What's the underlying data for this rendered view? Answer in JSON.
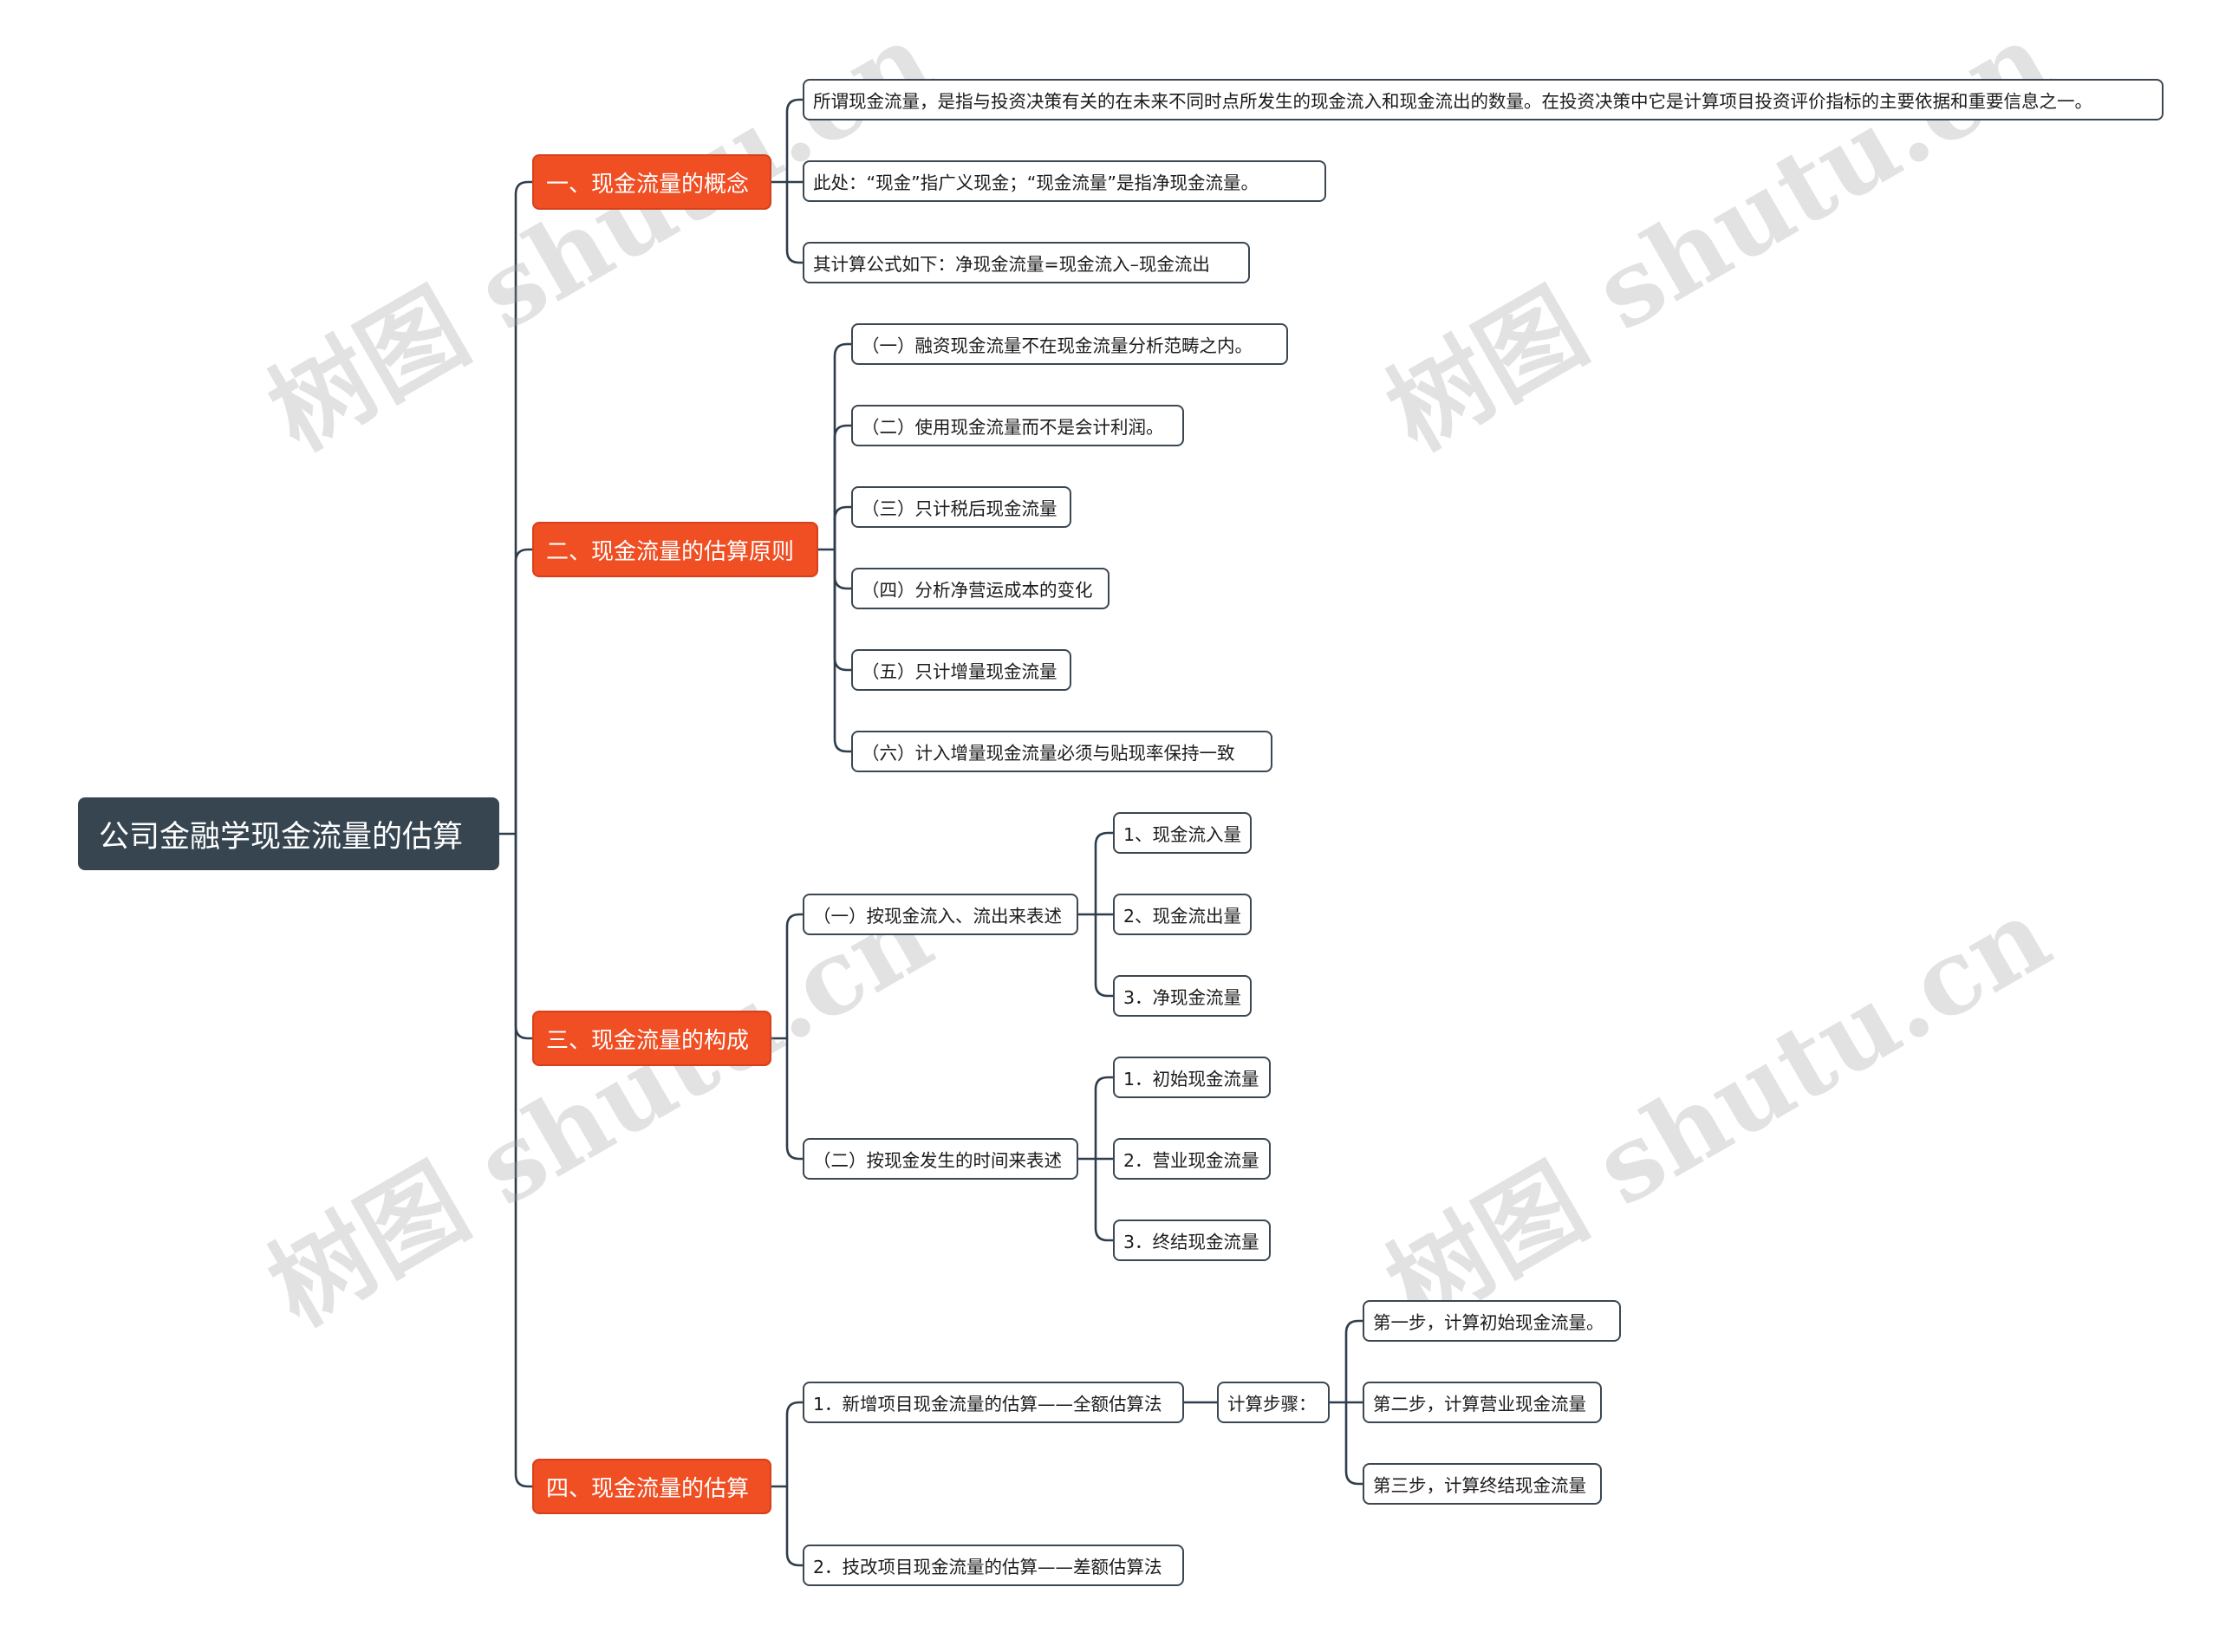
{
  "root": {
    "label": "公司金融学现金流量的估算"
  },
  "watermark": "树图 shutu.cn",
  "colors": {
    "root_bg": "#364550",
    "branch_bg": "#f04e23",
    "line": "#2f3e4c",
    "leaf_border": "#3b4752"
  },
  "branches": [
    {
      "label": "一、现金流量的概念",
      "children": [
        {
          "label": "所谓现金流量，是指与投资决策有关的在未来不同时点所发生的现金流入和现金流出的数量。在投资决策中它是计算项目投资评价指标的主要依据和重要信息之一。"
        },
        {
          "label": "此处：“现金”指广义现金；“现金流量”是指净现金流量。"
        },
        {
          "label": "其计算公式如下：净现金流量=现金流入–现金流出"
        }
      ]
    },
    {
      "label": "二、现金流量的估算原则",
      "children": [
        {
          "label": "（一）融资现金流量不在现金流量分析范畴之内。"
        },
        {
          "label": "（二）使用现金流量而不是会计利润。"
        },
        {
          "label": "（三）只计税后现金流量"
        },
        {
          "label": "（四）分析净营运成本的变化"
        },
        {
          "label": "（五）只计增量现金流量"
        },
        {
          "label": "（六）计入增量现金流量必须与贴现率保持一致"
        }
      ]
    },
    {
      "label": "三、现金流量的构成",
      "children": [
        {
          "label": "（一）按现金流入、流出来表述",
          "children": [
            {
              "label": "1、现金流入量"
            },
            {
              "label": "2、现金流出量"
            },
            {
              "label": "3．净现金流量"
            }
          ]
        },
        {
          "label": "（二）按现金发生的时间来表述",
          "children": [
            {
              "label": "1．初始现金流量"
            },
            {
              "label": "2．营业现金流量"
            },
            {
              "label": "3．终结现金流量"
            }
          ]
        }
      ]
    },
    {
      "label": "四、现金流量的估算",
      "children": [
        {
          "label": "1．新增项目现金流量的估算——全额估算法",
          "children": [
            {
              "label": "计算步骤：",
              "children": [
                {
                  "label": "第一步，计算初始现金流量。"
                },
                {
                  "label": "第二步，计算营业现金流量"
                },
                {
                  "label": "第三步，计算终结现金流量"
                }
              ]
            }
          ]
        },
        {
          "label": "2．技改项目现金流量的估算——差额估算法"
        }
      ]
    }
  ]
}
